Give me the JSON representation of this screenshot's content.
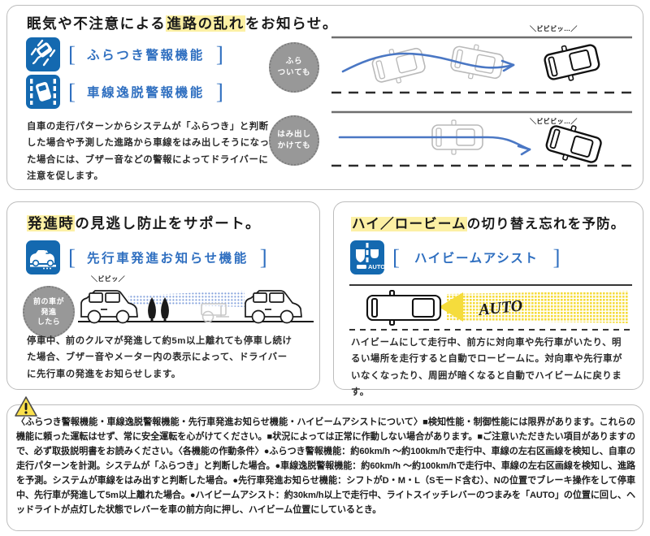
{
  "panel_lane": {
    "heading_pre": "眠気や不注意による",
    "heading_hl": "進路の乱れ",
    "heading_post": "をお知らせ。",
    "features": [
      {
        "icon": "swerving-car-icon",
        "label": "ふらつき警報機能"
      },
      {
        "icon": "lane-departure-car-icon",
        "label": "車線逸脱警報機能"
      }
    ],
    "body": "自車の走行パターンからシステムが「ふらつき」と判断した場合や予測した進路から車線をはみ出しそうになった場合には、ブザー音などの警報によってドライバーに注意を促します。",
    "badges": [
      {
        "lines": [
          "ふら",
          "ついても"
        ]
      },
      {
        "lines": [
          "はみ出し",
          "かけても"
        ]
      }
    ],
    "sfx": "ビビビッ…"
  },
  "panel_start": {
    "heading_hl": "発進時",
    "heading_post": "の見逃し防止をサポート。",
    "feature": {
      "icon": "lead-car-start-icon",
      "label": "先行車発進お知らせ機能"
    },
    "badge_lines": [
      "前の車が",
      "発進",
      "したら"
    ],
    "sfx": "ビビッ",
    "body": "停車中、前のクルマが発進して約5m以上離れても停車し続けた場合、ブザー音やメーター内の表示によって、ドライバーに先行車の発進をお知らせします。"
  },
  "panel_beam": {
    "heading_hl": "ハイ／ロービーム",
    "heading_post": "の切り替え忘れを予防。",
    "feature": {
      "icon": "high-beam-auto-icon",
      "label": "ハイビームアシスト"
    },
    "beam_label": "AUTO",
    "body": "ハイビームにして走行中、前方に対向車や先行車がいたり、明るい場所を走行すると自動でロービームに。対向車や先行車がいなくなったり、周囲が暗くなると自動でハイビームに戻ります。"
  },
  "notice": {
    "icon": "warning-triangle-icon",
    "text": "〈ふらつき警報機能・車線逸脱警報機能・先行車発進お知らせ機能・ハイビームアシストについて〉■検知性能・制御性能には限界があります。これらの機能に頼った運転はせず、常に安全運転を心がけてください。■状況によっては正常に作動しない場合があります。■ご注意いただきたい項目がありますので、必ず取扱説明書をお読みください。〈各機能の作動条件〉●ふらつき警報機能：約60km/h ～約100km/hで走行中、車線の左右区画線を検知し、自車の走行パターンを計測。システムが「ふらつき」と判断した場合。●車線逸脱警報機能：約60km/h ～約100km/hで走行中、車線の左右区画線を検知し、進路を予測。システムが車線をはみ出すと判断した場合。●先行車発進お知らせ機能：シフトがD・M・L（Sモード含む）、Nの位置でブレーキ操作をして停車中、先行車が発進して5m以上離れた場合。●ハイビームアシスト：約30km/h以上で走行中、ライトスイッチレバーのつまみを「AUTO」の位置に回し、ヘッドライトが点灯した状態でレバーを車の前方向に押し、ハイビーム位置にしているとき。"
  },
  "colors": {
    "brand_blue": "#1469b0",
    "label_blue": "#2f6fc0",
    "highlight_yellow": "#fcf0a4",
    "badge_gray": "#989898",
    "beam_yellow": "#f7e03d"
  }
}
